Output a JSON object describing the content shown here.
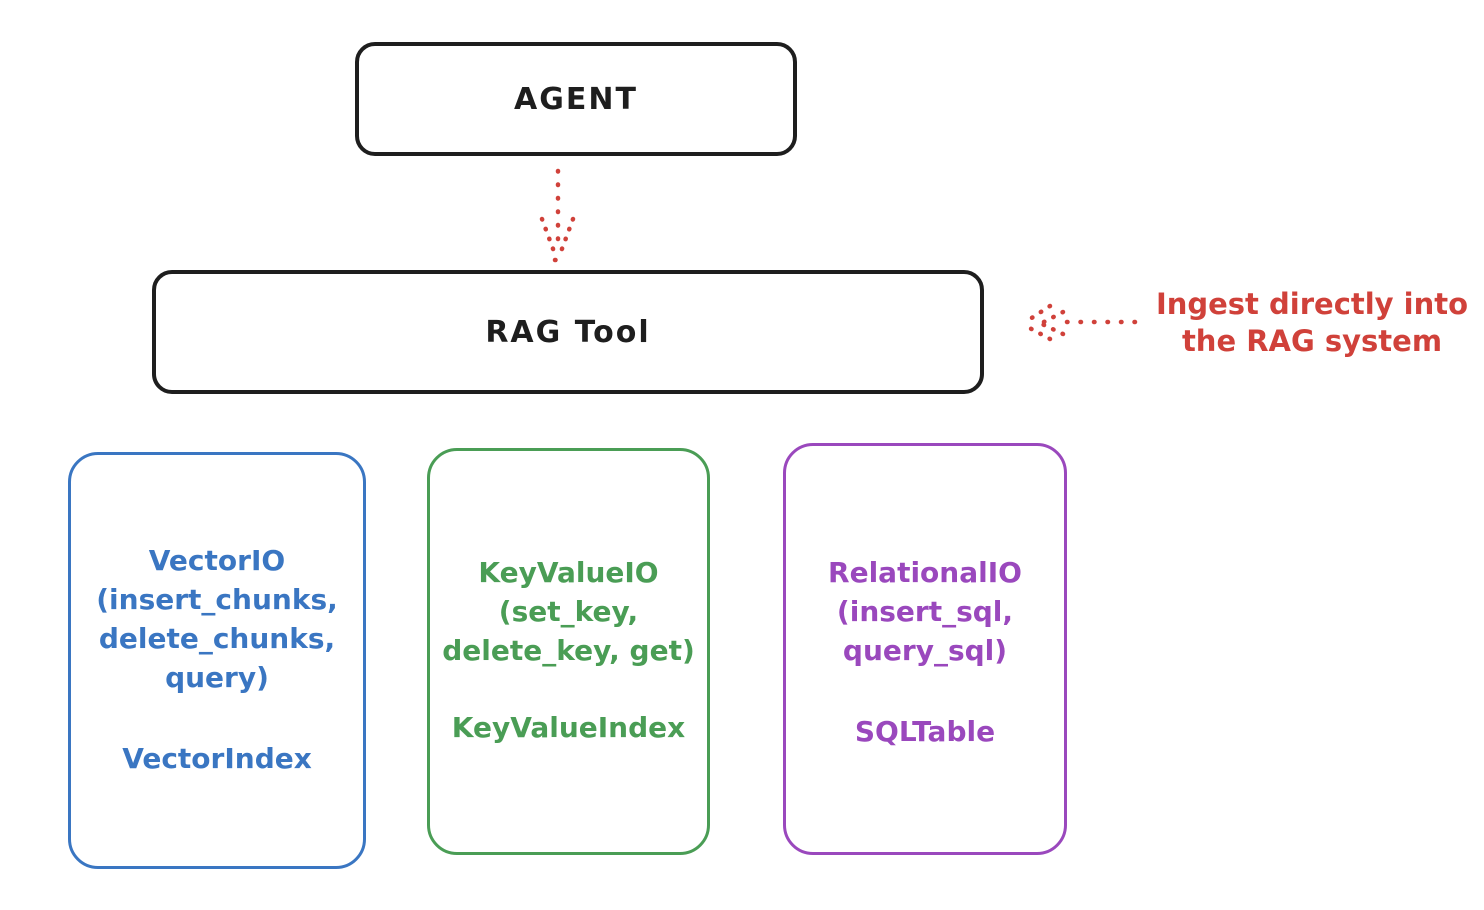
{
  "colors": {
    "black": "#1e1e1e",
    "red": "#d0413a",
    "blue": "#3a76c2",
    "green": "#4a9d55",
    "purple": "#9a48bd"
  },
  "nodes": {
    "agent": {
      "label": "AGENT"
    },
    "rag_tool": {
      "label": "RAG Tool"
    },
    "vector_io": {
      "lines": [
        "VectorIO",
        "(insert_chunks,",
        "delete_chunks,",
        "query)"
      ],
      "index_label": "VectorIndex"
    },
    "keyvalue_io": {
      "lines": [
        "KeyValueIO",
        "(set_key,",
        "delete_key, get)"
      ],
      "index_label": "KeyValueIndex"
    },
    "relational_io": {
      "lines": [
        "RelationalIO",
        "(insert_sql,",
        "query_sql)"
      ],
      "index_label": "SQLTable"
    }
  },
  "annotation": {
    "line1": "Ingest directly into",
    "line2": "the RAG system"
  },
  "arrows": {
    "agent_to_rag": "dotted red arrow from AGENT down to RAG Tool",
    "ingest_to_rag": "dotted red arrow from annotation pointing left into RAG Tool"
  }
}
